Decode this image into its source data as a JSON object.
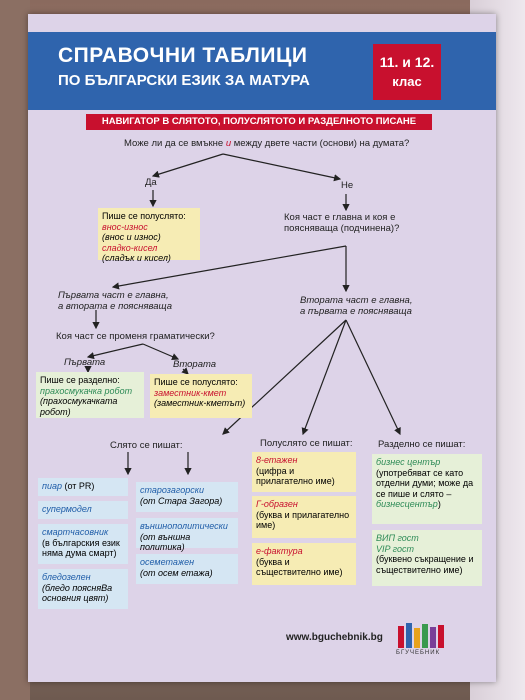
{
  "header": {
    "title": "СПРАВОЧНИ ТАБЛИЦИ",
    "subtitle": "ПО БЪЛГАРСКИ ЕЗИК ЗА МАТУРА",
    "grade": "11. и 12.",
    "grade_word": "клас"
  },
  "banner": "НАВИГАТОР В СЛЯТОТО, ПОЛУСЛЯТОТО И РАЗДЕЛНОТО ПИСАНЕ",
  "q1": {
    "pre": "Може ли да се вмъкне ",
    "mid": "и",
    "post": " между двете части (основи) на думата?"
  },
  "yes": "Да",
  "no": "Не",
  "polu1": {
    "head": "Пише се полуслято:",
    "l1": "внос-износ",
    "l2": "(внос и износ)",
    "l3": "сладко-кисел",
    "l4": "(сладък и кисел)"
  },
  "q2": {
    "l1": "Коя част е главна и коя е",
    "l2": "поясняваща (подчинена)?"
  },
  "first": {
    "l1": "Първата част е главна,",
    "l2": "а втората е поясняваща"
  },
  "second": {
    "l1": "Втората част е главна,",
    "l2": "а първата е поясняваща"
  },
  "q3": "Коя част се променя граматически?",
  "parvata": "Първата",
  "vtorata": "Втората",
  "razd1": {
    "head": "Пише се разделно:",
    "l1": "прахосмукачка робот",
    "l2": "(прахосмукачката",
    "l3": "робот)"
  },
  "polu2": {
    "head": "Пише се полуслято:",
    "l1": "заместник-кмет",
    "l2": "(заместник-кметът)"
  },
  "slyato_head": "Слято се пишат:",
  "polu_head": "Полуслято се пишат:",
  "razd_head": "Разделно се пишат:",
  "slyato_left": [
    {
      "w": "пиар",
      "rest": " (от PR)"
    },
    {
      "w": "супермодел",
      "rest": ""
    },
    {
      "w": "смартчасовник",
      "rest": "(в българския език няма дума смарт)"
    },
    {
      "w": "бледозелен",
      "rest": "(бледо поясняВа основния цвят)"
    }
  ],
  "slyato_right": [
    {
      "w": "старозагорски",
      "rest": "(от Стара Загора)"
    },
    {
      "w": "външнополитически",
      "rest": "(от външна политика)"
    },
    {
      "w": "осеметажен",
      "rest": "(от осем етажа)"
    }
  ],
  "polu_items": [
    {
      "w": "8-етажен",
      "rest": "(цифра и прилагателно име)"
    },
    {
      "w": "Г-образен",
      "rest": "(буква и прилагателно име)"
    },
    {
      "w": "е-фактура",
      "rest": "(буква и съществително име)"
    }
  ],
  "razd_items": [
    {
      "w": "бизнес център",
      "rest": "(употребяват се като отделни думи; може да се пише и слято – ",
      "w2": "бизнесцентър",
      "end": ")"
    },
    {
      "w": "ВИП гост",
      "w2": "VIP гост",
      "rest": "(буквено съкращение и съществително име)"
    }
  ],
  "url": "www.bguchebnik.bg",
  "logo_text": "БГУЧЕБНИК",
  "colors": {
    "blue": "#2f64ad",
    "red": "#c8102e",
    "page": "#ddd3e8"
  }
}
